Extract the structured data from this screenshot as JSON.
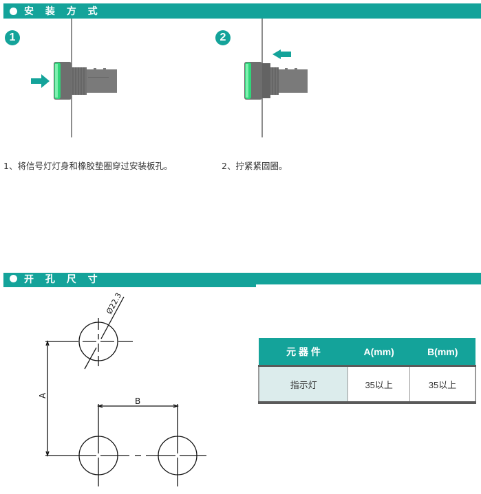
{
  "colors": {
    "accent": "#14a39a",
    "lamp_green": "#2fd67a",
    "body_gray": "#6e6e6e"
  },
  "installation": {
    "title": "安 装 方 式",
    "steps": [
      {
        "number": "1",
        "caption": "1、将信号灯灯身和橡胶垫圈穿过安装板孔。",
        "arrow": "right"
      },
      {
        "number": "2",
        "caption": "2、拧紧紧固圈。",
        "arrow": "left"
      }
    ]
  },
  "cutout": {
    "title": "开 孔 尺 寸",
    "drawing": {
      "diameter_label": "Ø22.3",
      "vertical_dim_label": "A",
      "horizontal_dim_label": "B"
    },
    "table": {
      "headers": [
        "元 器 件",
        "A(mm)",
        "B(mm)"
      ],
      "rows": [
        [
          "指示灯",
          "35以上",
          "35以上"
        ]
      ]
    }
  }
}
